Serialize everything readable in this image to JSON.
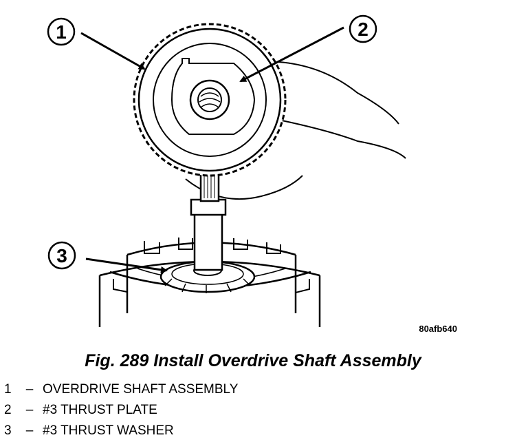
{
  "figure": {
    "callouts": [
      "1",
      "2",
      "3"
    ],
    "drawing_code": "80afb640"
  },
  "caption": "Fig. 289 Install Overdrive Shaft Assembly",
  "legend": [
    {
      "number": "1",
      "separator": "–",
      "label": "OVERDRIVE SHAFT ASSEMBLY"
    },
    {
      "number": "2",
      "separator": "–",
      "label": "#3 THRUST PLATE"
    },
    {
      "number": "3",
      "separator": "–",
      "label": "#3 THRUST WASHER"
    }
  ]
}
